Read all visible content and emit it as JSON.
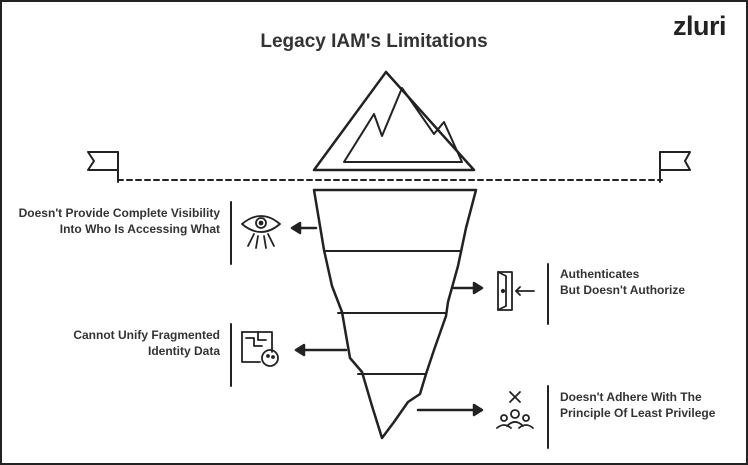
{
  "title": "Legacy IAM's Limitations",
  "brand": "zluri",
  "limitations": [
    {
      "line1": "Doesn't Provide Complete Visibility",
      "line2": "Into Who Is Accessing What",
      "icon": "eye-icon"
    },
    {
      "line1": "Authenticates",
      "line2": "But Doesn't Authorize",
      "icon": "door-entry-icon"
    },
    {
      "line1": "Cannot Unify Fragmented",
      "line2": "Identity Data",
      "icon": "fragmented-data-icon"
    },
    {
      "line1": "Doesn't Adhere With The",
      "line2": "Principle Of Least Privilege",
      "icon": "users-denied-icon"
    }
  ],
  "colors": {
    "stroke": "#222222",
    "text": "#333333",
    "background": "#ffffff"
  }
}
